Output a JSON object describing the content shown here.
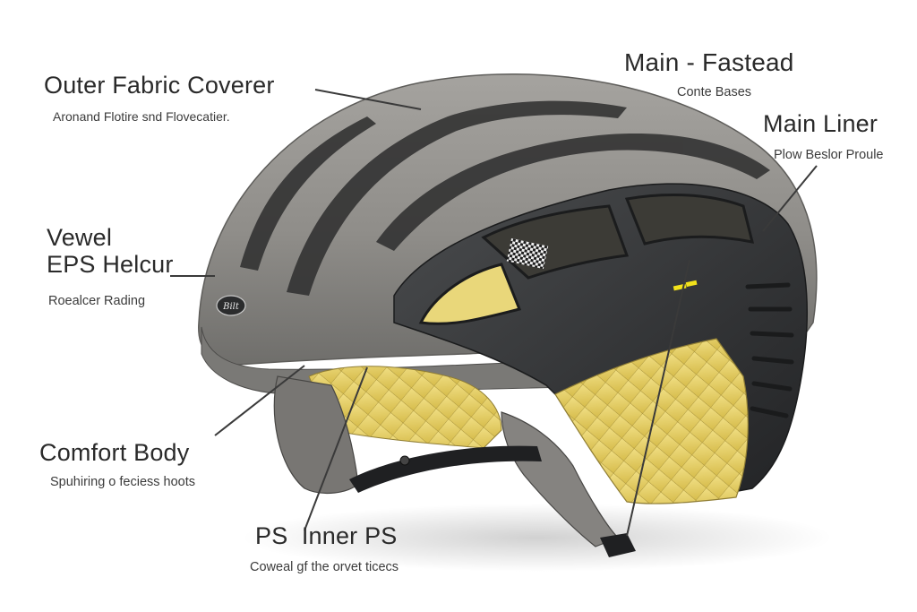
{
  "labels": {
    "outer_fabric": {
      "title": "Outer Fabric Coverer",
      "sub": "Aronand Flotire snd Flovecatier."
    },
    "main_fastead": {
      "title": "Main - Fastead",
      "sub": "Conte Bases"
    },
    "main_liner": {
      "title": "Main Liner",
      "sub": "Plow Beslor Proule"
    },
    "eps_helcur": {
      "title_line1": "Vewel",
      "title_line2": "EPS Helcur",
      "sub": "Roealcer Rading"
    },
    "comfort_body": {
      "title": "Comfort Body",
      "sub": "Spuhiring o feciess hoots"
    },
    "inner_ps": {
      "title": "PS  Inner PS",
      "sub": "Coweal gf the orvet ticecs"
    }
  },
  "helmet": {
    "badge_text": "Bilt"
  },
  "colors": {
    "shell_grey": "#8d8c88",
    "shell_dark": "#3a3b3c",
    "panel_black": "#2b2d2f",
    "pad_yellow": "#e8d266",
    "accent_yellow": "#f2e21b",
    "leader_line": "#3a3a3a"
  }
}
